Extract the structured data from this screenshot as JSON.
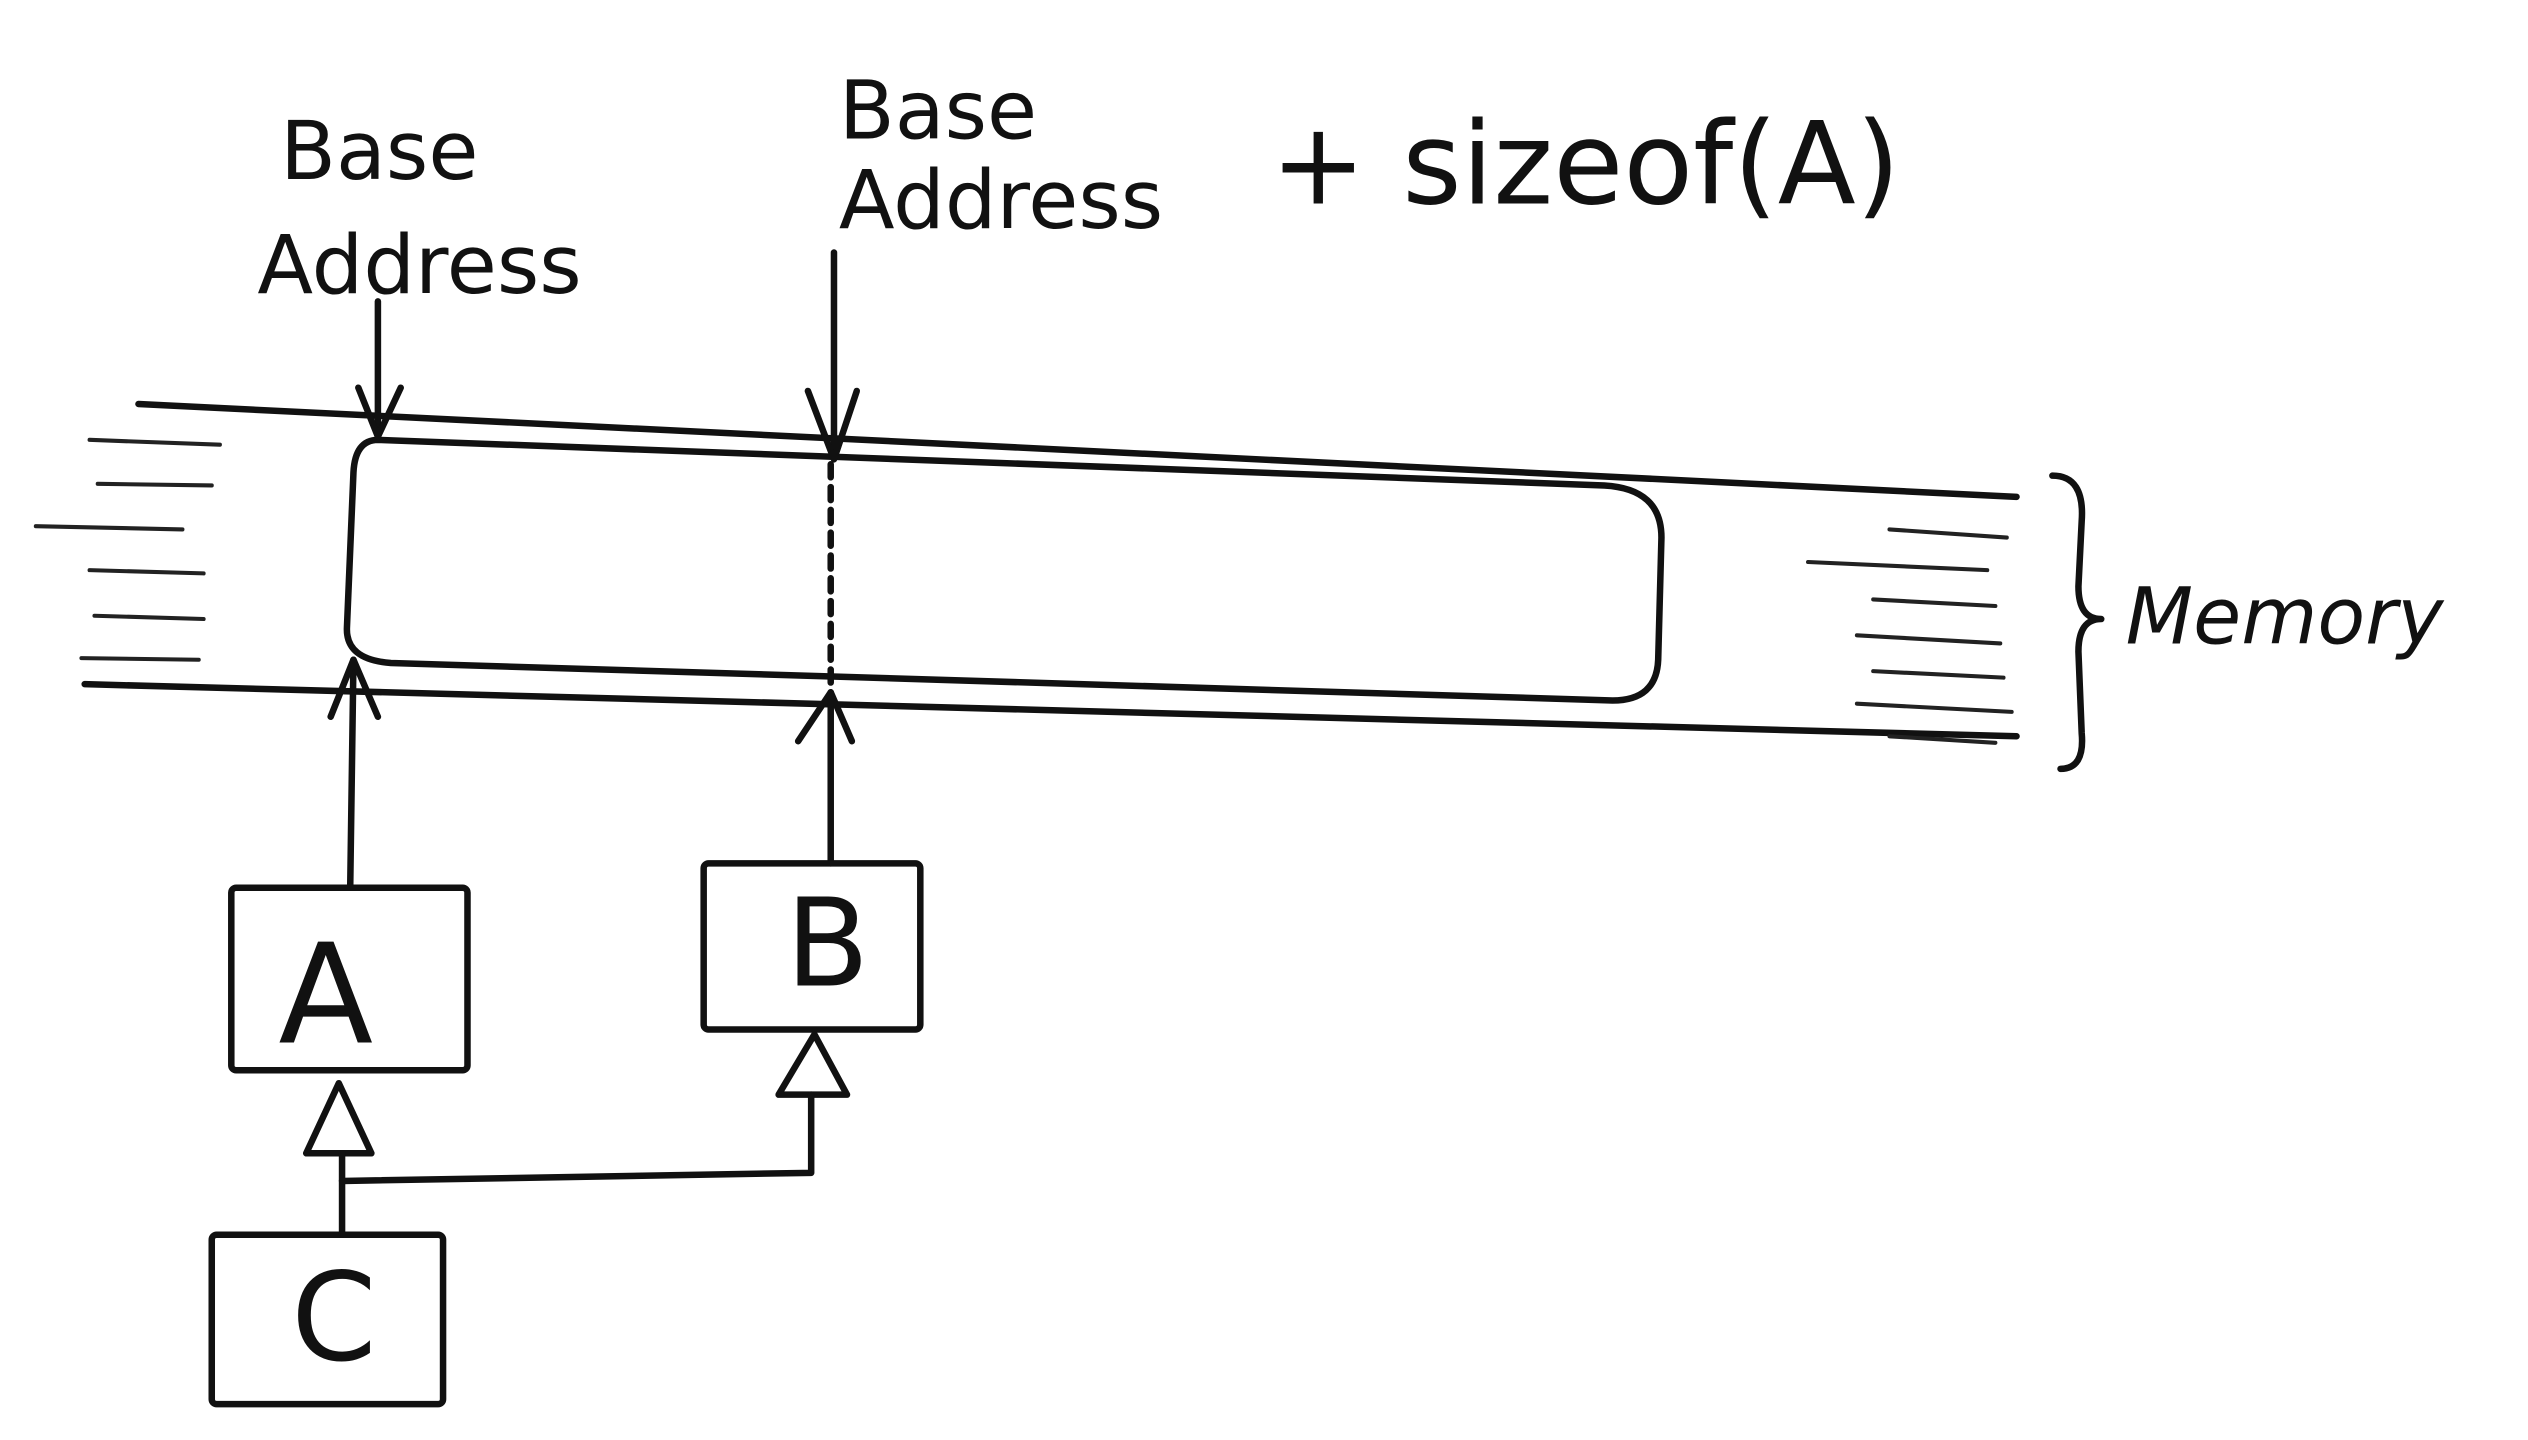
{
  "labels": {
    "base_address_line1": "Base",
    "base_address_line2": "Address",
    "offset_line1": "Base",
    "offset_line2": "Address",
    "offset_suffix": "+ sizeof(A)",
    "memory": "Memory"
  },
  "classes": {
    "a": "A",
    "b": "B",
    "c": "C"
  },
  "colors": {
    "ink": "#111111",
    "background": "#ffffff"
  }
}
